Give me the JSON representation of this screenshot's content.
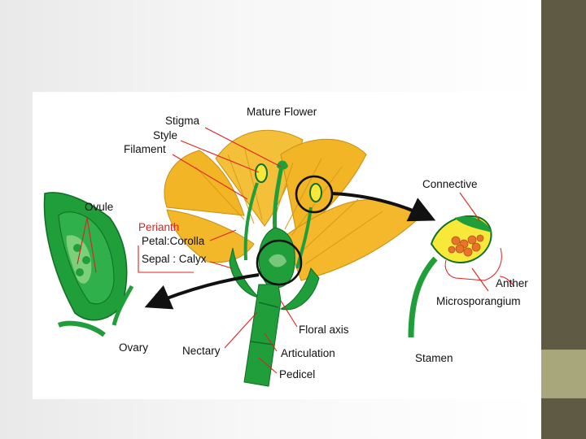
{
  "colors": {
    "side_band": "#5e5a43",
    "side_accent": "#a8a77c",
    "petal_yellow": "#f3b82a",
    "plant_green": "#1f9e3a",
    "leader_red": "#e02020",
    "pollen_orange": "#e8742a"
  },
  "diagram": {
    "title": "Mature Flower",
    "labels": {
      "stigma": "Stigma",
      "style": "Style",
      "filament": "Filament",
      "connective": "Connective",
      "ovule": "Ovule",
      "perianth": "Perianth",
      "petal_corolla": "Petal:Corolla",
      "sepal_calyx": "Sepal : Calyx",
      "anther": "Anther",
      "microsporangium": "Microsporangium",
      "floral_axis": "Floral axis",
      "ovary": "Ovary",
      "nectary": "Nectary",
      "articulation": "Articulation",
      "pedicel": "Pedicel",
      "stamen": "Stamen"
    }
  }
}
